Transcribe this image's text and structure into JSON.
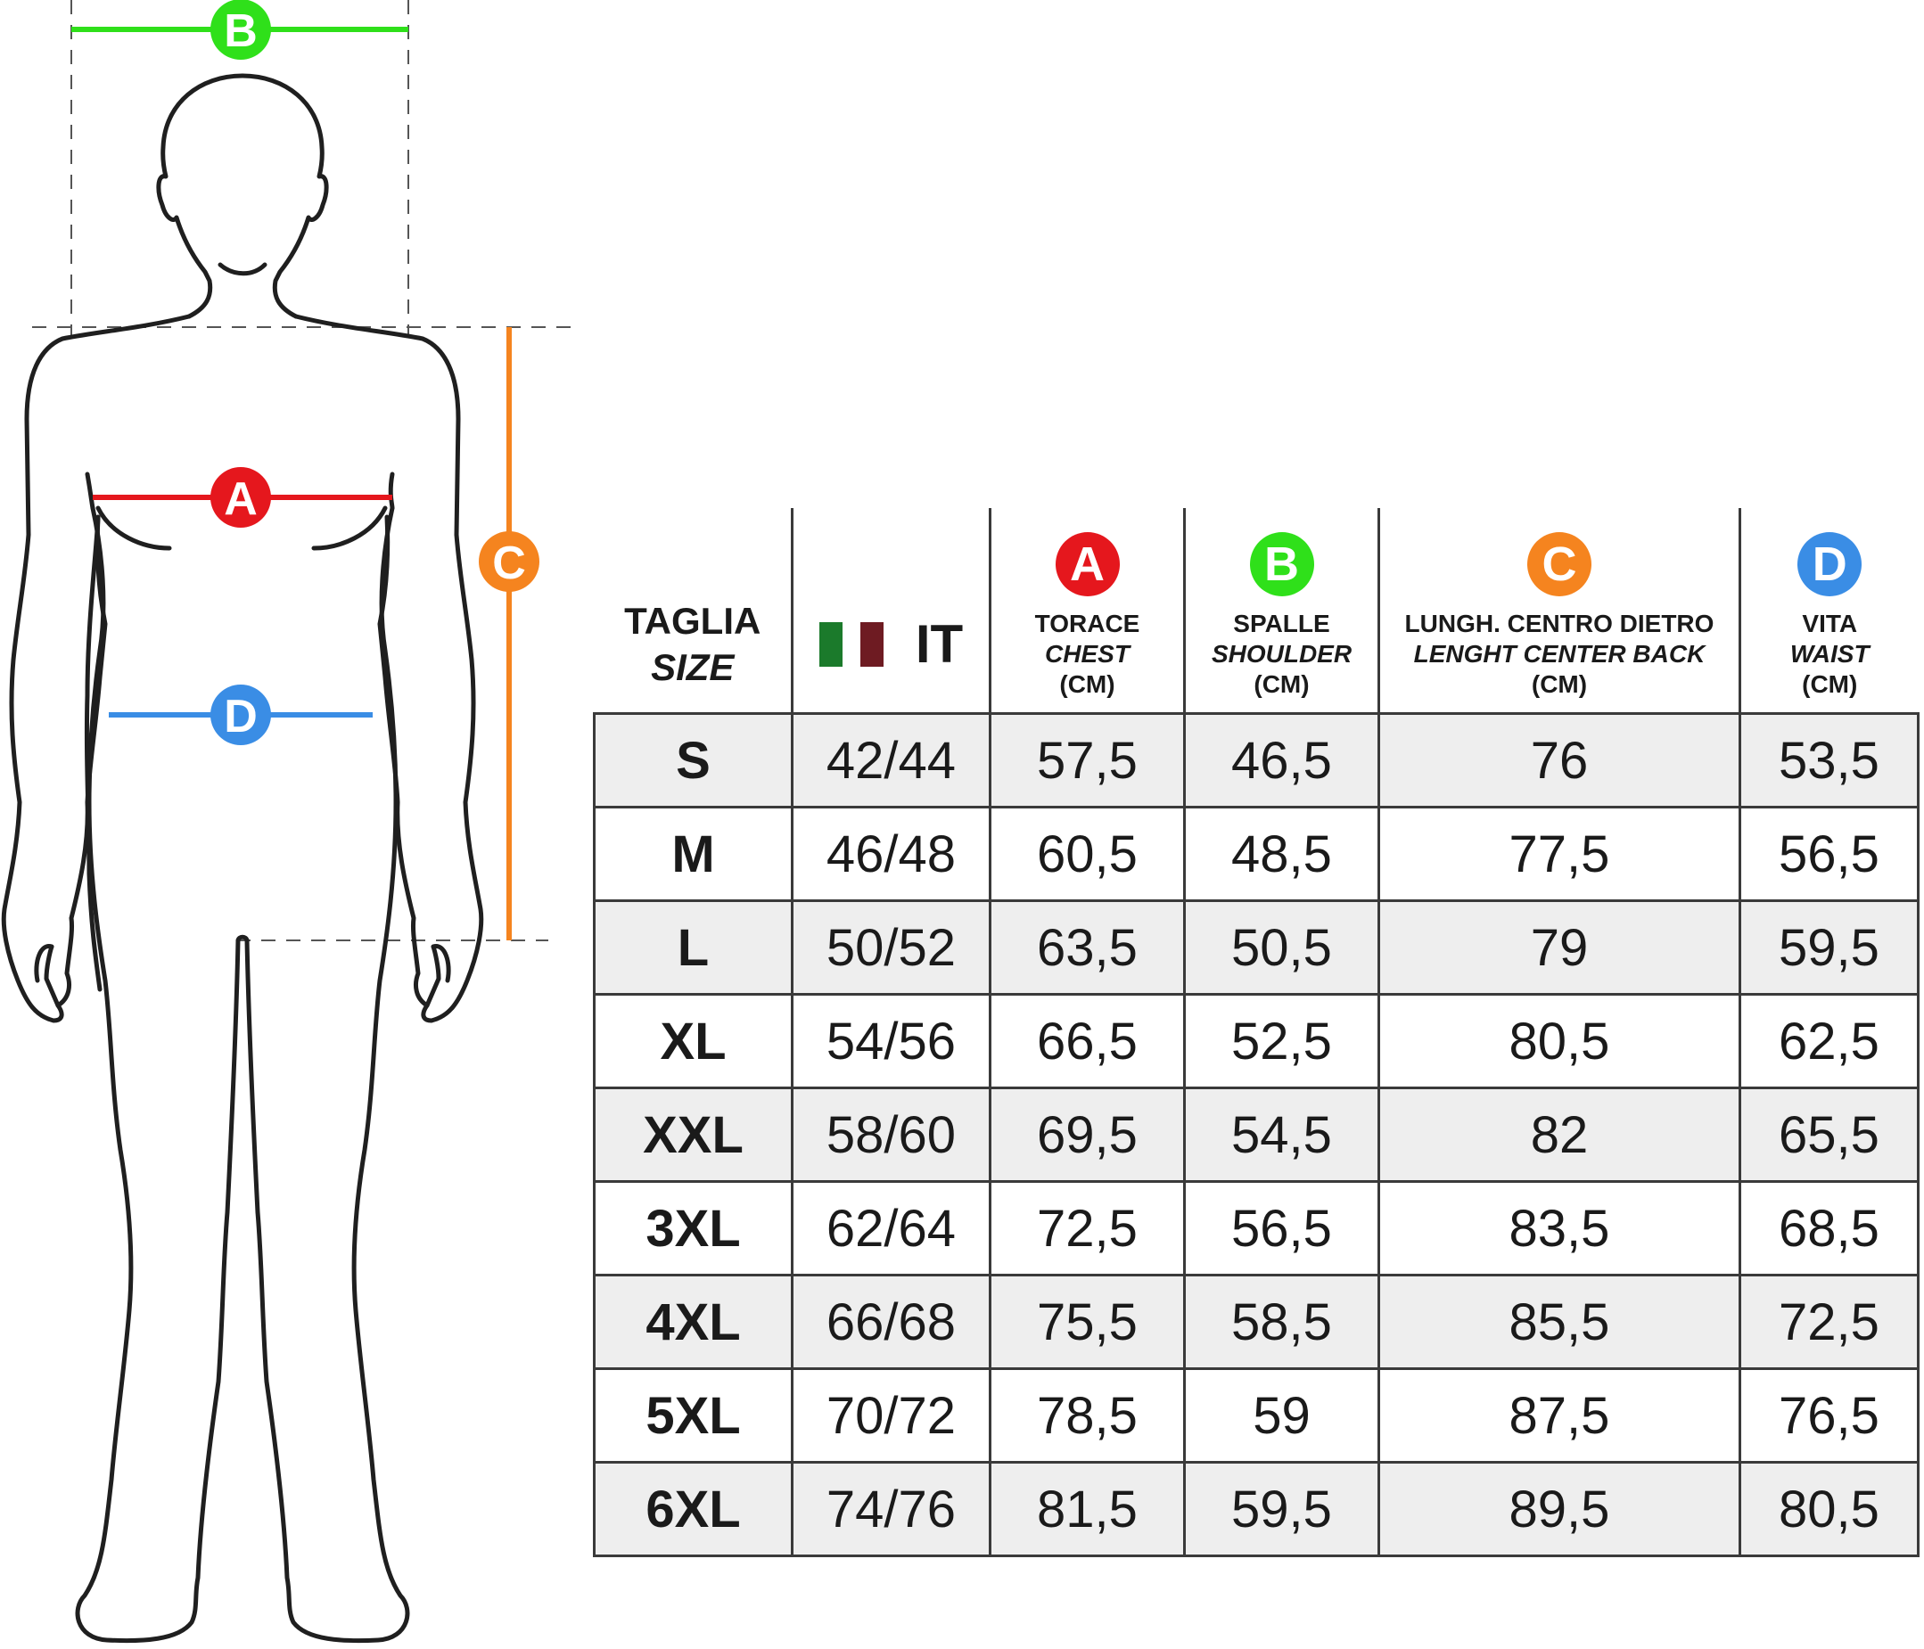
{
  "colors": {
    "A": "#e5171d",
    "B": "#2fe01a",
    "C": "#f5841f",
    "D": "#3a8de5",
    "flag_green": "#1b7a2b",
    "flag_red": "#6e1b22",
    "row_shade": "#eeeeee"
  },
  "figure": {
    "label_a": "A",
    "label_b": "B",
    "label_c": "C",
    "label_d": "D"
  },
  "table": {
    "header": {
      "size_it": "TAGLIA",
      "size_en": "SIZE",
      "it_label": "IT",
      "flag_icon": "italian-flag-icon",
      "a": {
        "badge": "A",
        "it": "TORACE",
        "en": "CHEST",
        "unit": "(CM)"
      },
      "b": {
        "badge": "B",
        "it": "SPALLE",
        "en": "SHOULDER",
        "unit": "(CM)"
      },
      "c": {
        "badge": "C",
        "it": "LUNGH. CENTRO DIETRO",
        "en": "LENGHT CENTER BACK",
        "unit": "(CM)"
      },
      "d": {
        "badge": "D",
        "it": "VITA",
        "en": "WAIST",
        "unit": "(CM)"
      }
    },
    "rows": [
      {
        "size": "S",
        "it": "42/44",
        "chest": "57,5",
        "shoulder": "46,5",
        "length": "76",
        "waist": "53,5"
      },
      {
        "size": "M",
        "it": "46/48",
        "chest": "60,5",
        "shoulder": "48,5",
        "length": "77,5",
        "waist": "56,5"
      },
      {
        "size": "L",
        "it": "50/52",
        "chest": "63,5",
        "shoulder": "50,5",
        "length": "79",
        "waist": "59,5"
      },
      {
        "size": "XL",
        "it": "54/56",
        "chest": "66,5",
        "shoulder": "52,5",
        "length": "80,5",
        "waist": "62,5"
      },
      {
        "size": "XXL",
        "it": "58/60",
        "chest": "69,5",
        "shoulder": "54,5",
        "length": "82",
        "waist": "65,5"
      },
      {
        "size": "3XL",
        "it": "62/64",
        "chest": "72,5",
        "shoulder": "56,5",
        "length": "83,5",
        "waist": "68,5"
      },
      {
        "size": "4XL",
        "it": "66/68",
        "chest": "75,5",
        "shoulder": "58,5",
        "length": "85,5",
        "waist": "72,5"
      },
      {
        "size": "5XL",
        "it": "70/72",
        "chest": "78,5",
        "shoulder": "59",
        "length": "87,5",
        "waist": "76,5"
      },
      {
        "size": "6XL",
        "it": "74/76",
        "chest": "81,5",
        "shoulder": "59,5",
        "length": "89,5",
        "waist": "80,5"
      }
    ]
  }
}
